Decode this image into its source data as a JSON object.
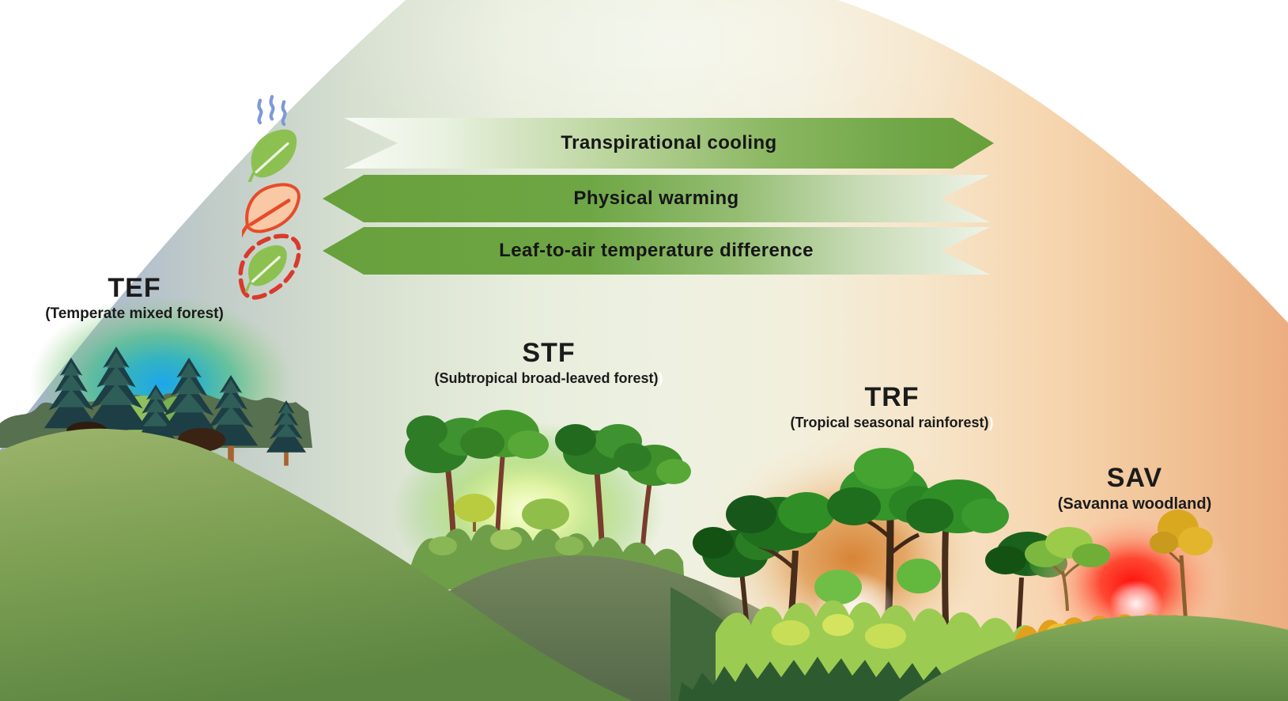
{
  "arrows": [
    {
      "id": "transpirational-cooling",
      "label": "Transpirational cooling",
      "direction": "right"
    },
    {
      "id": "physical-warming",
      "label": "Physical warming",
      "direction": "left"
    },
    {
      "id": "leaf-to-air-difference",
      "label": "Leaf-to-air temperature difference",
      "direction": "left"
    }
  ],
  "icons": [
    {
      "name": "transpiring-leaf-icon",
      "meaning": "transpirational cooling"
    },
    {
      "name": "warm-leaf-icon",
      "meaning": "physical warming"
    },
    {
      "name": "dashed-outline-leaf-icon",
      "meaning": "leaf-to-air temperature difference"
    }
  ],
  "biomes": [
    {
      "code": "TEF",
      "name": "(Temperate mixed forest)"
    },
    {
      "code": "STF",
      "name": "(Subtropical broad-leaved forest)",
      "ghost": ")"
    },
    {
      "code": "TRF",
      "name": "(Tropical seasonal rainforest)",
      "ghost": ")"
    },
    {
      "code": "SAV",
      "name": "(Savanna woodland)"
    }
  ],
  "colors": {
    "arrow_green": "#69a23e",
    "dome_left_blue": "#a9b6d1",
    "dome_center_green": "#eef1e1",
    "dome_right_orange": "#ecae80",
    "cool_glow_blue": "#1ea6ea",
    "stf_glow_green": "#dff3a0",
    "trf_glow_orange": "#e09a52",
    "sav_glow_red": "#ff1a10",
    "icon_outline_red": "#e0472e",
    "icon_leaf_green": "#8cc152",
    "icon_leaf_peach": "#f9c9a6"
  }
}
